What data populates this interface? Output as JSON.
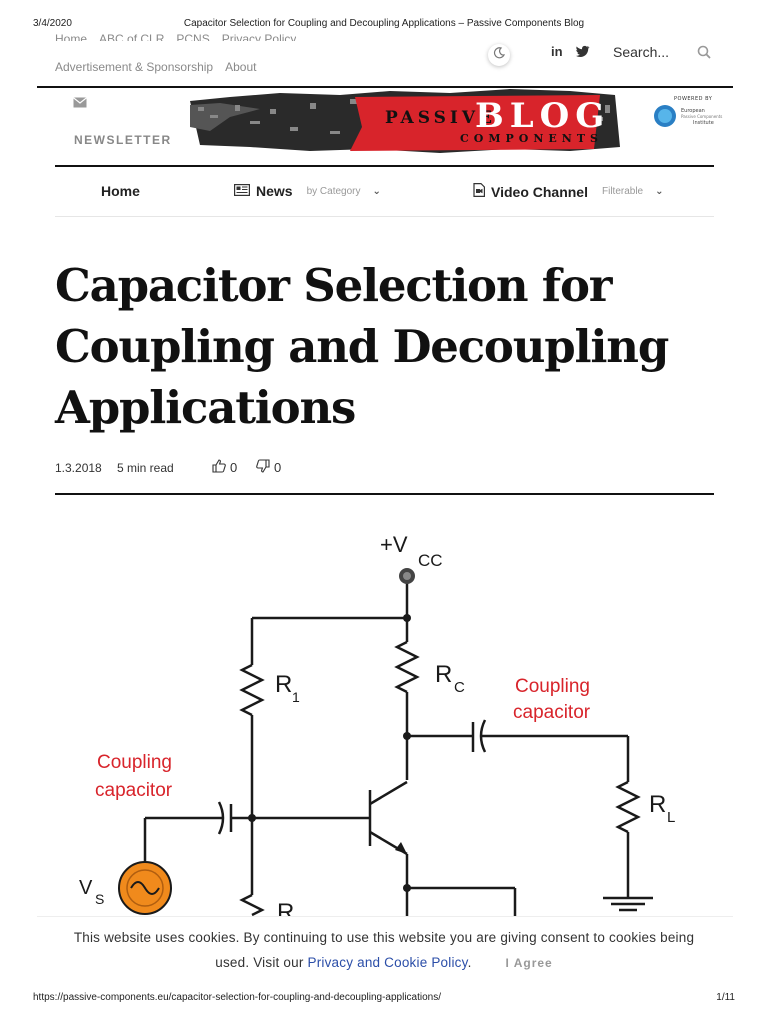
{
  "print": {
    "date": "3/4/2020",
    "title": "Capacitor Selection for Coupling and Decoupling Applications – Passive Components Blog",
    "url": "https://passive-components.eu/capacitor-selection-for-coupling-and-decoupling-applications/",
    "page": "1/11"
  },
  "topnav": {
    "row1": [
      "Home",
      "ABC of CLR",
      "PCNS",
      "Privacy Policy"
    ],
    "row2": [
      "Advertisement & Sponsorship",
      "About"
    ],
    "search_label": "Search..."
  },
  "header": {
    "newsletter": "NEWSLETTER",
    "banner": {
      "word_passive": "PASSIVE",
      "word_blog": "BLOG",
      "word_components": "COMPONENTS"
    },
    "powered": {
      "line1": "POWERED BY",
      "line2": "European",
      "line3": "Passive Components",
      "line4": "Institute"
    }
  },
  "menu": {
    "home": "Home",
    "news": "News",
    "news_sub": "by Category",
    "video": "Video Channel",
    "video_sub": "Filterable"
  },
  "article": {
    "title": "Capacitor Selection for Coupling and Decoupling Applications",
    "date": "1.3.2018",
    "read_time": "5 min read",
    "likes": "0",
    "dislikes": "0"
  },
  "figure": {
    "vcc_plus": "+V",
    "vcc_sub": "CC",
    "r1": "R",
    "r1_sub": "1",
    "rc": "R",
    "rc_sub": "C",
    "rl": "R",
    "rl_sub": "L",
    "r2": "R",
    "vs": "V",
    "vs_sub": "S",
    "coupling_left_1": "Coupling",
    "coupling_left_2": "capacitor",
    "coupling_right_1": "Coupling",
    "coupling_right_2": "capacitor"
  },
  "cookie": {
    "line1": "This website uses cookies. By continuing to use this website you are giving consent to cookies being",
    "line2_prefix": "used. Visit our ",
    "link": "Privacy and Cookie Policy",
    "line2_suffix": ".",
    "agree": "I Agree"
  },
  "colors": {
    "accent_red": "#d8242b",
    "link_blue": "#2b4ea8",
    "source_orange": "#f08a1c"
  }
}
